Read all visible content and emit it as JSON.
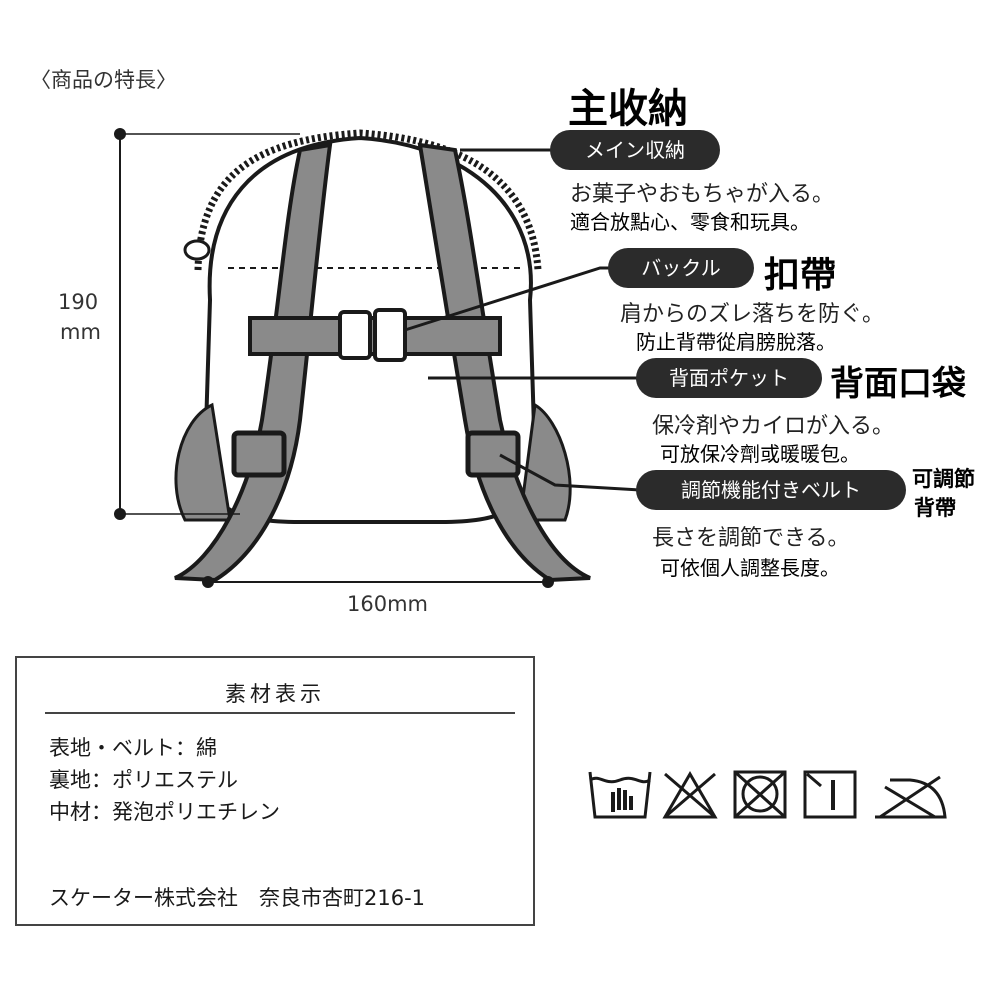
{
  "heading": "〈商品の特長〉",
  "dimensions": {
    "height_value": "190",
    "height_unit": "mm",
    "width": "160mm"
  },
  "features": [
    {
      "label": "メイン収納",
      "zh_title": "主收納",
      "desc": "お菓子やおもちゃが入る。",
      "zh_desc": "適合放點心、零食和玩具。"
    },
    {
      "label": "バックル",
      "zh_title": "扣帶",
      "desc": "肩からのズレ落ちを防ぐ。",
      "zh_desc": "防止背帶從肩膀脫落。"
    },
    {
      "label": "背面ポケット",
      "zh_title": "背面口袋",
      "desc": "保冷剤やカイロが入る。",
      "zh_desc": "可放保冷劑或暖暖包。"
    },
    {
      "label": "調節機能付きベルト",
      "zh_title_line1": "可調節",
      "zh_title_line2": "背帶",
      "desc": "長さを調節できる。",
      "zh_desc": "可依個人調整長度。"
    }
  ],
  "materials": {
    "title": "素材表示",
    "rows": [
      "表地・ベルト：綿",
      "裏地：ポリエステル",
      "中材：発泡ポリエチレン"
    ],
    "company": "スケーター株式会社　奈良市杏町216-1"
  },
  "care_icons": [
    "hand-wash-icon",
    "no-bleach-icon",
    "no-tumble-dry-icon",
    "line-dry-shade-icon",
    "no-iron-icon"
  ],
  "colors": {
    "strap": "#8a8a8a",
    "outline": "#1a1a1a",
    "pill": "#2b2b2b"
  }
}
